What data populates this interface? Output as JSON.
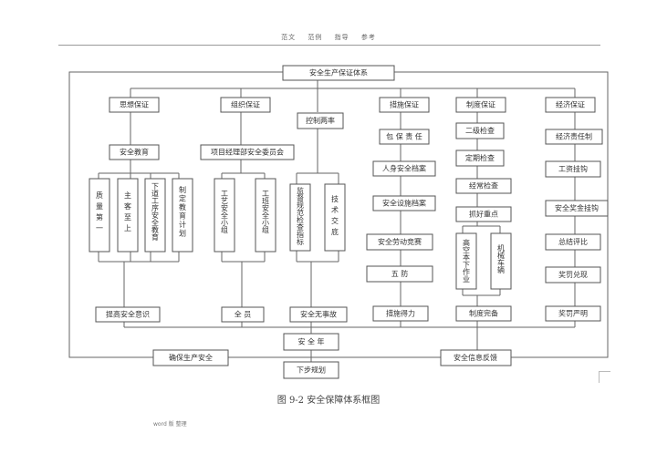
{
  "header": {
    "items": [
      "范文",
      "范例",
      "指导",
      "参考"
    ]
  },
  "diagram": {
    "root": "安全生产保证体系",
    "categories": [
      {
        "id": "c1",
        "label": "思想保证"
      },
      {
        "id": "c2",
        "label": "组织保证"
      },
      {
        "id": "c3",
        "label": "控制两率"
      },
      {
        "id": "c4",
        "label": "措施保证"
      },
      {
        "id": "c5",
        "label": "制度保证"
      },
      {
        "id": "c6",
        "label": "经济保证"
      }
    ],
    "nodes": {
      "safety_education": "安全教育",
      "pm_safety_committee": "项目经理部安全委员会",
      "quality_first": "质量第一",
      "owner_supreme": "主客至上",
      "next_process_education": "下道工序安全教育",
      "education_plan": "制定教育计划",
      "craft_safety_group": "工艺安全小组",
      "team_safety_group": "工班安全小组",
      "supervision": "监督规范检查指标",
      "tech_briefing": "技术交底",
      "contract_responsibility": "包 保 责 任",
      "personal_safety_file": "人身安全档案",
      "facility_safety_file": "安全设施档案",
      "labor_competition": "安全劳动竞赛",
      "five_prevention": "五    防",
      "measures_in_place": "措施得力",
      "two_level_check": "二级检查",
      "periodic_check": "定期检查",
      "regular_check": "经常检查",
      "key_points": "抓好重点",
      "high_altitude_work": "高空本下作业",
      "machinery_vehicles": "机械车辆",
      "system_complete": "制度完备",
      "econ_responsibility": "经济责任制",
      "wage_link": "工资挂钩",
      "bonus_link": "安全奖金挂钩",
      "summary_evaluation": "总结评比",
      "reward_fulfill": "奖罚兑现",
      "reward_clear": "奖罚严明",
      "raise_awareness": "提高安全意识",
      "all_staff": "全  员",
      "no_accident": "安全无事故",
      "safety_year": "安  全  年",
      "ensure_safety": "确保生产安全",
      "feedback": "安全信息反馈",
      "next_plan": "下步规划"
    }
  },
  "caption": "图 9-2 安全保障体系框图",
  "footer": "word 版 整理"
}
